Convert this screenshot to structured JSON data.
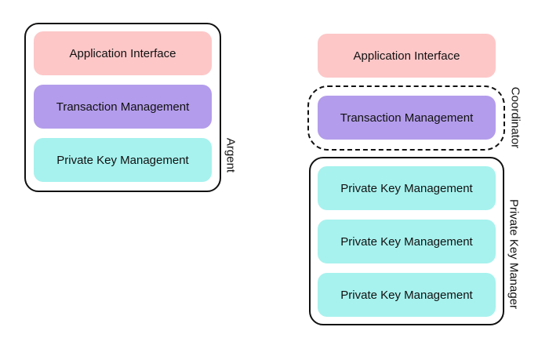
{
  "colors": {
    "application_interface": "#fdc7c8",
    "transaction_management": "#b39ceb",
    "private_key_management": "#a7f2ee",
    "border": "#111111"
  },
  "argent": {
    "label": "Argent",
    "blocks": {
      "application_interface": "Application Interface",
      "transaction_management": "Transaction Management",
      "private_key_management": "Private Key Management"
    }
  },
  "right_stack": {
    "application_interface": "Application Interface",
    "coordinator": {
      "label": "Coordinator",
      "transaction_management": "Transaction Management"
    },
    "private_key_manager": {
      "label": "Private Key Manager",
      "blocks": [
        "Private Key Management",
        "Private Key Management",
        "Private Key Management"
      ]
    }
  }
}
